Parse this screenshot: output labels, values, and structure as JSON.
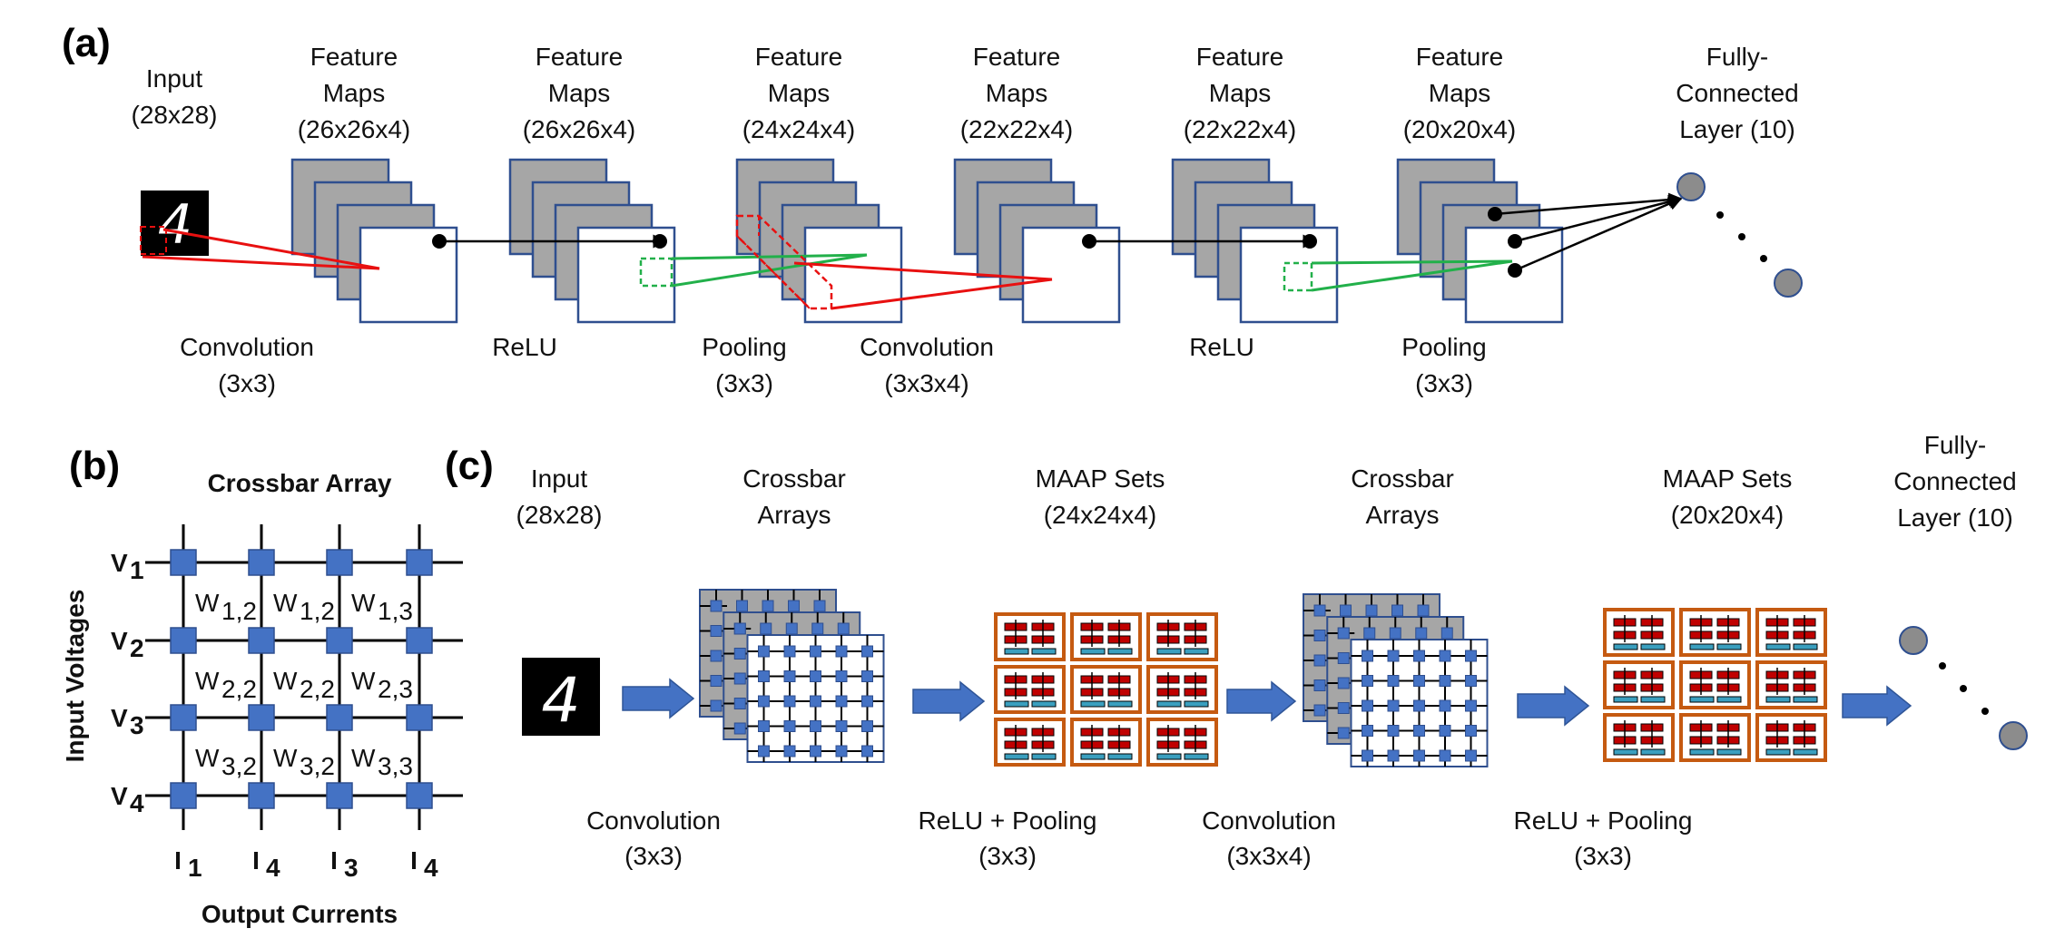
{
  "panel_a": {
    "label": "(a)",
    "input_title": "Input",
    "input_dims": "(28x28)",
    "input_digit": "4",
    "stages": [
      {
        "title": "Feature",
        "title2": "Maps",
        "dims": "(26x26x4)"
      },
      {
        "title": "Feature",
        "title2": "Maps",
        "dims": "(26x26x4)"
      },
      {
        "title": "Feature",
        "title2": "Maps",
        "dims": "(24x24x4)"
      },
      {
        "title": "Feature",
        "title2": "Maps",
        "dims": "(22x22x4)"
      },
      {
        "title": "Feature",
        "title2": "Maps",
        "dims": "(22x22x4)"
      },
      {
        "title": "Feature",
        "title2": "Maps",
        "dims": "(20x20x4)"
      }
    ],
    "fc_title1": "Fully-",
    "fc_title2": "Connected",
    "fc_title3": "Layer (10)",
    "ops": [
      {
        "name": "Convolution",
        "size": "(3x3)"
      },
      {
        "name": "ReLU",
        "size": ""
      },
      {
        "name": "Pooling",
        "size": "(3x3)"
      },
      {
        "name": "Convolution",
        "size": "(3x3x4)"
      },
      {
        "name": "ReLU",
        "size": ""
      },
      {
        "name": "Pooling",
        "size": "(3x3)"
      }
    ]
  },
  "panel_b": {
    "label": "(b)",
    "title": "Crossbar Array",
    "y_axis": "Input Voltages",
    "x_axis": "Output Currents",
    "rows": [
      {
        "v": "V",
        "sub": "1"
      },
      {
        "v": "V",
        "sub": "2"
      },
      {
        "v": "V",
        "sub": "3"
      },
      {
        "v": "V",
        "sub": "4"
      }
    ],
    "cols": [
      {
        "i": "I",
        "sub": "1"
      },
      {
        "i": "I",
        "sub": "4"
      },
      {
        "i": "I",
        "sub": "3"
      },
      {
        "i": "I",
        "sub": "4"
      }
    ],
    "weights": [
      [
        "1,2",
        "1,2",
        "1,3"
      ],
      [
        "2,2",
        "2,2",
        "2,3"
      ],
      [
        "3,2",
        "3,2",
        "3,3"
      ]
    ],
    "weight_letter": "W"
  },
  "panel_c": {
    "label": "(c)",
    "input_title": "Input",
    "input_dims": "(28x28)",
    "input_digit": "4",
    "crossbar1_title": "Crossbar",
    "crossbar1_title2": "Arrays",
    "maap1_title": "MAAP Sets",
    "maap1_dims": "(24x24x4)",
    "crossbar2_title": "Crossbar",
    "crossbar2_title2": "Arrays",
    "maap2_title": "MAAP Sets",
    "maap2_dims": "(20x20x4)",
    "fc_title1": "Fully-",
    "fc_title2": "Connected",
    "fc_title3": "Layer (10)",
    "ops": [
      {
        "name": "Convolution",
        "size": "(3x3)"
      },
      {
        "name": "ReLU + Pooling",
        "size": "(3x3)"
      },
      {
        "name": "Convolution",
        "size": "(3x3x4)"
      },
      {
        "name": "ReLU + Pooling",
        "size": "(3x3)"
      }
    ]
  },
  "colors": {
    "map_border": "#2f4f8f",
    "map_fill_gray": "#a6a6a6",
    "node_blue": "#4472c4",
    "arrow_blue": "#4472c4",
    "red_line": "#e81010",
    "green_line": "#22b04a",
    "maap_border": "#c55a11",
    "maap_red": "#c00000",
    "maap_teal": "#3a9fbf",
    "fc_node": "#8c8c8c"
  }
}
